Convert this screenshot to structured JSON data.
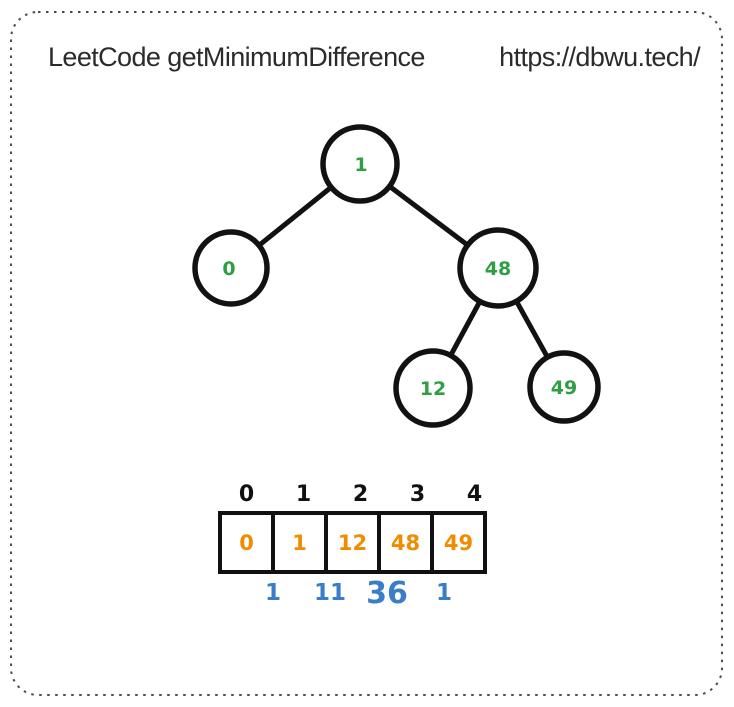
{
  "header": {
    "title": "LeetCode getMinimumDifference",
    "url": "https://dbwu.tech/"
  },
  "tree": {
    "description": "binary search tree",
    "nodes": [
      {
        "id": "root",
        "label": "1"
      },
      {
        "id": "root-left",
        "label": "0"
      },
      {
        "id": "root-right",
        "label": "48"
      },
      {
        "id": "right-left",
        "label": "12"
      },
      {
        "id": "right-right",
        "label": "49"
      }
    ],
    "edges": [
      [
        "1",
        "0"
      ],
      [
        "1",
        "48"
      ],
      [
        "48",
        "12"
      ],
      [
        "48",
        "49"
      ]
    ]
  },
  "array": {
    "indices": [
      "0",
      "1",
      "2",
      "3",
      "4"
    ],
    "values": [
      "0",
      "1",
      "12",
      "48",
      "49"
    ],
    "differences": [
      "1",
      "11",
      "36",
      "1"
    ]
  },
  "colors": {
    "node_text": "#2f9e44",
    "value_text": "#f08c00",
    "diff_text": "#3a7dc9",
    "ink": "#121212",
    "frame": "#4a4a4a"
  }
}
